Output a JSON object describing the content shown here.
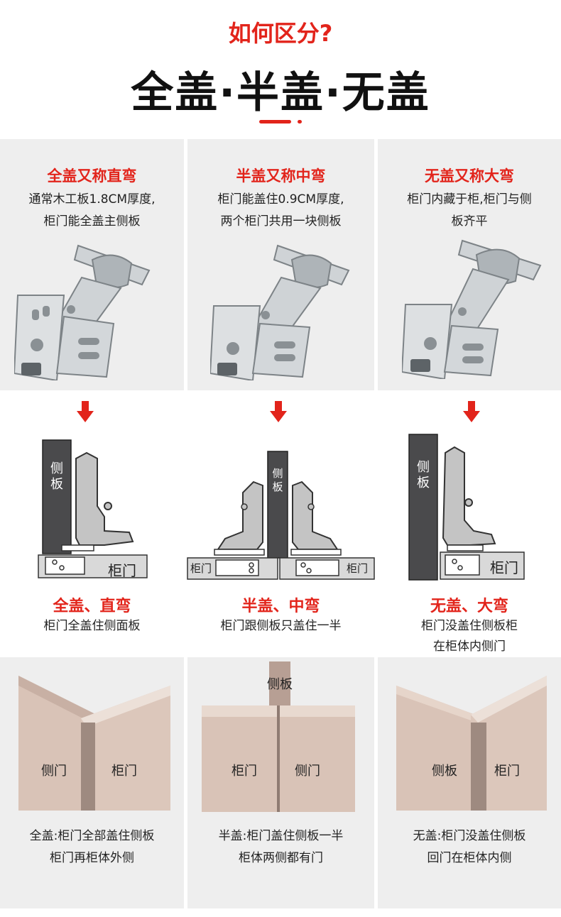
{
  "header": {
    "question": "如何区分?",
    "title": "全盖·半盖·无盖"
  },
  "top_panels": [
    {
      "heading": "全盖又称直弯",
      "line1": "通常木工板1.8CM厚度,",
      "line2": "柜门能全盖主侧板"
    },
    {
      "heading": "半盖又称中弯",
      "line1": "柜门能盖住0.9CM厚度,",
      "line2": "两个柜门共用一块侧板"
    },
    {
      "heading": "无盖又称大弯",
      "line1": "柜门内藏于柜,柜门与侧",
      "line2": "板齐平"
    }
  ],
  "diagrams": [
    {
      "side_label": "侧板",
      "door_label": "柜门",
      "heading": "全盖、直弯",
      "line1": "柜门全盖住侧面板",
      "line2": ""
    },
    {
      "side_label": "侧板",
      "door_label_left": "柜门",
      "door_label_right": "柜门",
      "heading": "半盖、中弯",
      "line1": "柜门跟侧板只盖住一半",
      "line2": ""
    },
    {
      "side_label": "侧板",
      "door_label": "柜门",
      "heading": "无盖、大弯",
      "line1": "柜门没盖住侧板柜",
      "line2": "在柜体内侧门"
    }
  ],
  "bottom_panels": [
    {
      "label_left": "侧门",
      "label_right": "柜门",
      "line1": "全盖:柜门全部盖住侧板",
      "line2": "柜门再柜体外侧"
    },
    {
      "top_label": "侧板",
      "label_left": "柜门",
      "label_right": "侧门",
      "line1": "半盖:柜门盖住侧板一半",
      "line2": "柜体两侧都有门"
    },
    {
      "label_left": "侧板",
      "label_right": "柜门",
      "line1": "无盖:柜门没盖住侧板",
      "line2": "回门在柜体内侧"
    }
  ],
  "colors": {
    "accent": "#e2241b",
    "panel_bg": "#eeeeee",
    "side_panel": "#4a4a4c",
    "door": "#dadada",
    "wood": "#d9c3b7"
  }
}
